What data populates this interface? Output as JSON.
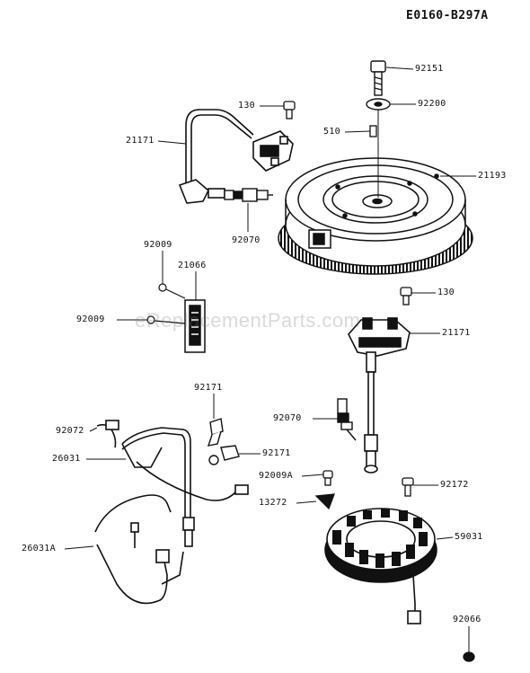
{
  "diagram_code": "E0160-B297A",
  "watermark": "eReplacementParts.com",
  "callouts": [
    {
      "id": "l-92151a",
      "text": "92151"
    },
    {
      "id": "l-92200",
      "text": "92200"
    },
    {
      "id": "l-130a",
      "text": "130"
    },
    {
      "id": "l-510",
      "text": "510"
    },
    {
      "id": "l-21171a",
      "text": "21171"
    },
    {
      "id": "l-21193",
      "text": "21193"
    },
    {
      "id": "l-92070a",
      "text": "92070"
    },
    {
      "id": "l-92009a",
      "text": "92009"
    },
    {
      "id": "l-21066",
      "text": "21066"
    },
    {
      "id": "l-130b",
      "text": "130"
    },
    {
      "id": "l-92009b",
      "text": "92009"
    },
    {
      "id": "l-21171b",
      "text": "21171"
    },
    {
      "id": "l-92171a",
      "text": "92171"
    },
    {
      "id": "l-92072",
      "text": "92072"
    },
    {
      "id": "l-92070b",
      "text": "92070"
    },
    {
      "id": "l-26031",
      "text": "26031"
    },
    {
      "id": "l-92171b",
      "text": "92171"
    },
    {
      "id": "l-92009c",
      "text": "92009A"
    },
    {
      "id": "l-92172",
      "text": "92172"
    },
    {
      "id": "l-13272",
      "text": "13272"
    },
    {
      "id": "l-26031a",
      "text": "26031A"
    },
    {
      "id": "l-59031",
      "text": "59031"
    },
    {
      "id": "l-92066",
      "text": "92066"
    }
  ]
}
